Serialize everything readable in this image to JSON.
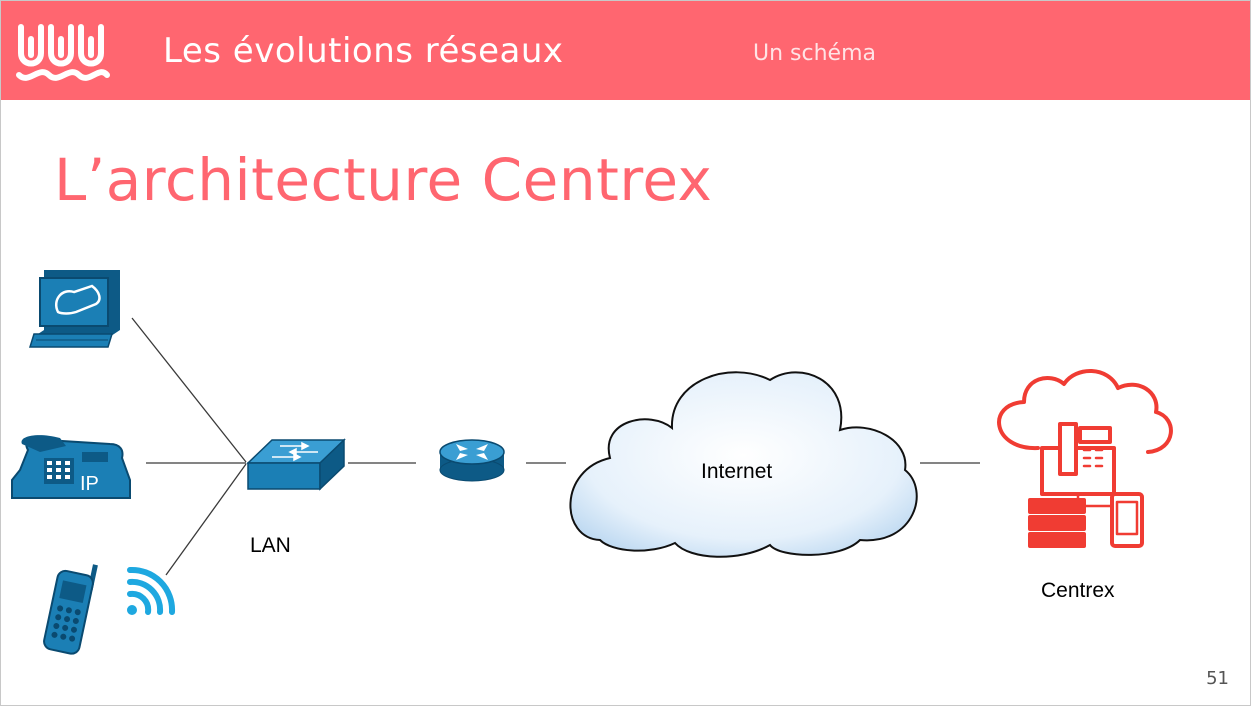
{
  "header": {
    "title": "Les évolutions réseaux",
    "subtitle": "Un schéma",
    "logo_icon": "wave-logo-icon"
  },
  "slide": {
    "title": "L’architecture Centrex",
    "page_number": "51"
  },
  "diagram": {
    "nodes": {
      "softphone": {
        "icon": "softphone-computer-icon"
      },
      "ip_phone": {
        "icon": "ip-phone-icon",
        "badge": "IP"
      },
      "dect_handset": {
        "icon": "wireless-handset-icon"
      },
      "wifi": {
        "icon": "wifi-icon"
      },
      "lan_switch": {
        "icon": "switch-icon",
        "label": "LAN"
      },
      "router": {
        "icon": "router-icon"
      },
      "internet": {
        "icon": "cloud-icon",
        "label": "Internet"
      },
      "centrex": {
        "icon": "cloud-pbx-icon",
        "label": "Centrex"
      }
    }
  },
  "colors": {
    "brand": "#ff6670",
    "cisco_blue": "#1b7fb5",
    "dark_blue": "#0d5a86",
    "centrex_red": "#f03c33"
  }
}
